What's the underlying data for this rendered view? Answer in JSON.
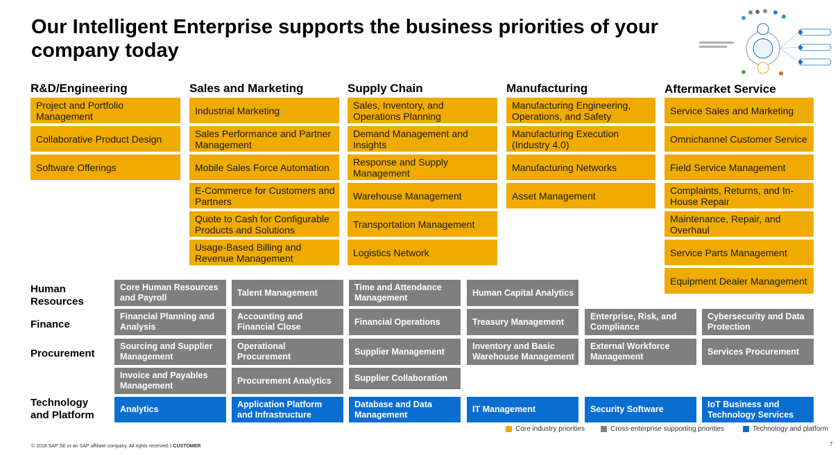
{
  "title": "Our Intelligent Enterprise supports the business priorities of your company today",
  "columns": [
    {
      "heading": "R&D/Engineering",
      "items": [
        "Project and Portfolio Management",
        "Collaborative Product Design",
        "Software Offerings"
      ]
    },
    {
      "heading": "Sales and Marketing",
      "items": [
        "Industrial Marketing",
        "Sales Performance and Partner Management",
        "Mobile Sales Force Automation",
        "E-Commerce for Customers and Partners",
        "Quote to Cash for Configurable Products and Solutions",
        "Usage-Based Billing and Revenue Management"
      ]
    },
    {
      "heading": "Supply Chain",
      "items": [
        "Sales, Inventory, and Operations Planning",
        "Demand Management and Insights",
        "Response and Supply Management",
        "Warehouse Management",
        "Transportation Management",
        "Logistics Network"
      ]
    },
    {
      "heading": "Manufacturing",
      "items": [
        "Manufacturing Engineering, Operations, and Safety",
        "Manufacturing Execution (Industry 4.0)",
        "Manufacturing Networks",
        "Asset  Management"
      ]
    },
    {
      "heading": "Aftermarket Service",
      "items": [
        "Service Sales and Marketing",
        "Omnichannel Customer Service",
        "Field Service Management",
        "Complaints, Returns, and In-House Repair",
        "Maintenance, Repair, and Overhaul",
        "Service Parts Management",
        "Equipment Dealer Management"
      ]
    }
  ],
  "rows": {
    "hr": {
      "label": "Human Resources",
      "items": [
        "Core Human Resources and Payroll",
        "Talent Management",
        "Time and Attendance Management",
        "Human Capital Analytics"
      ]
    },
    "finance": {
      "label": "Finance",
      "items": [
        "Financial Planning and Analysis",
        "Accounting and Financial Close",
        "Financial Operations",
        "Treasury Management",
        "Enterprise, Risk, and Compliance",
        "Cybersecurity and Data Protection"
      ]
    },
    "procurement": {
      "label": "Procurement",
      "items": [
        "Sourcing and Supplier Management",
        "Operational Procurement",
        "Supplier Management",
        "Inventory and Basic Warehouse Management",
        "External Workforce Management",
        "Services Procurement",
        "Invoice and Payables Management",
        "Procurement Analytics",
        "Supplier Collaboration"
      ]
    },
    "tech": {
      "label": "Technology and Platform",
      "items": [
        "Analytics",
        "Application Platform and Infrastructure",
        "Database and Data Management",
        "IT Management",
        "Security Software",
        "IoT Business and Technology Services"
      ]
    }
  },
  "legend": [
    {
      "label": "Core industry priorities",
      "color": "#f0ab00"
    },
    {
      "label": "Cross-enterprise supporting priorities",
      "color": "#7f7f7f"
    },
    {
      "label": "Technology and platform",
      "color": "#0a6ed1"
    }
  ],
  "footer": {
    "text": "© 2018 SAP SE or an SAP affiliate company. All rights reserved. ǀ ",
    "classification": "CUSTOMER"
  },
  "page_number": "7",
  "colors": {
    "core": "#f0ab00",
    "cross": "#7f7f7f",
    "tech": "#0a6ed1"
  }
}
